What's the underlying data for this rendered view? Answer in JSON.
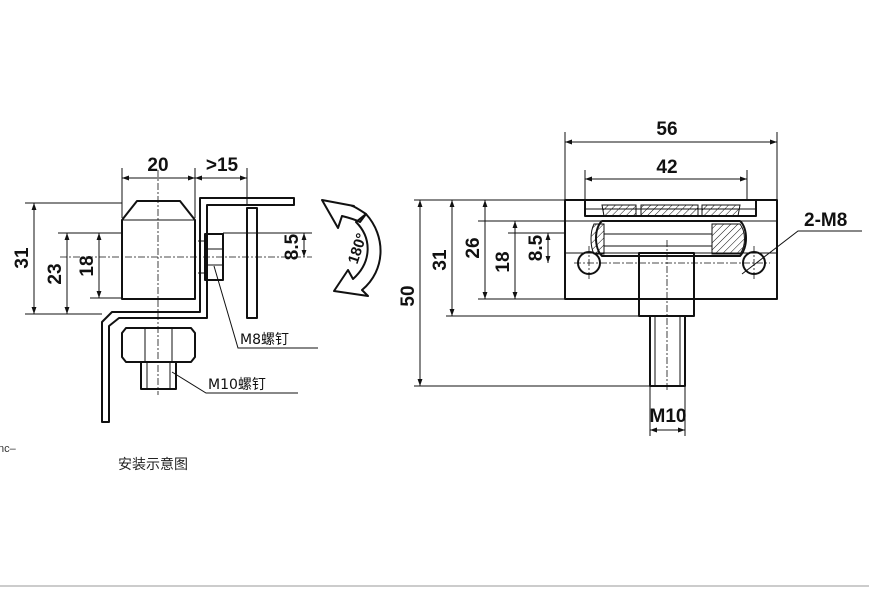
{
  "fragment_text": "nc–",
  "caption": "安装示意图",
  "left_view": {
    "dims": {
      "width_top": "20",
      "gap_top": ">15",
      "height_31": "31",
      "height_23": "23",
      "height_18": "18",
      "height_8_5": "8.5"
    },
    "labels": {
      "m8_screw": "M8螺钉",
      "m10_screw": "M10螺钉"
    }
  },
  "rotation_label": "180°",
  "right_view": {
    "dims": {
      "width_56": "56",
      "width_42": "42",
      "height_50": "50",
      "height_31": "31",
      "height_26": "26",
      "height_18": "18",
      "height_8_5": "8.5",
      "thread_m10": "M10"
    },
    "labels": {
      "holes": "2-M8"
    }
  },
  "colors": {
    "line": "#111111",
    "background": "#ffffff",
    "bottom_rule": "#999999"
  }
}
